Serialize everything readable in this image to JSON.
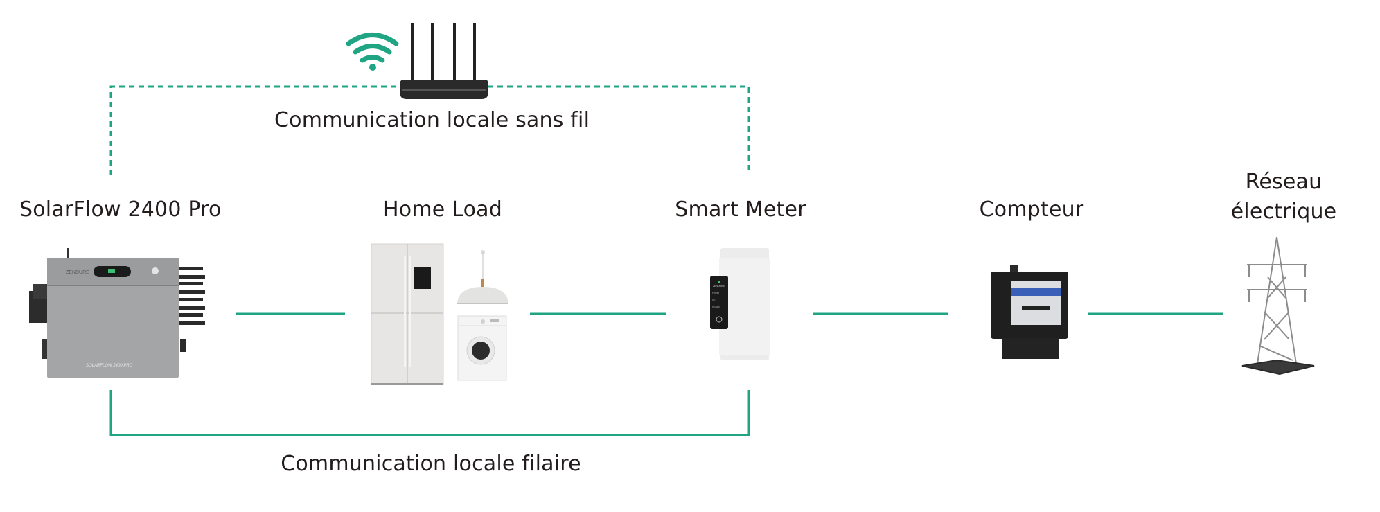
{
  "colors": {
    "connector": "#1fa584",
    "text": "#221c1c",
    "background": "#ffffff"
  },
  "links": {
    "wireless_label": "Communication locale sans fil",
    "wired_label": "Communication locale filaire"
  },
  "nodes": [
    {
      "id": "solarflow",
      "label": "SolarFlow 2400 Pro",
      "device_text": "SOLARFLOW 2400 PRO",
      "brand": "ZENDURE"
    },
    {
      "id": "home-load",
      "label": "Home Load"
    },
    {
      "id": "smart-meter",
      "label": "Smart Meter",
      "brand": "ZENDURE",
      "indicators": [
        "Power",
        "IoT",
        "RS485"
      ]
    },
    {
      "id": "compteur",
      "label": "Compteur"
    },
    {
      "id": "grid",
      "label_line1": "Réseau",
      "label_line2": "électrique"
    }
  ],
  "router": {
    "icon": "wifi-icon"
  }
}
